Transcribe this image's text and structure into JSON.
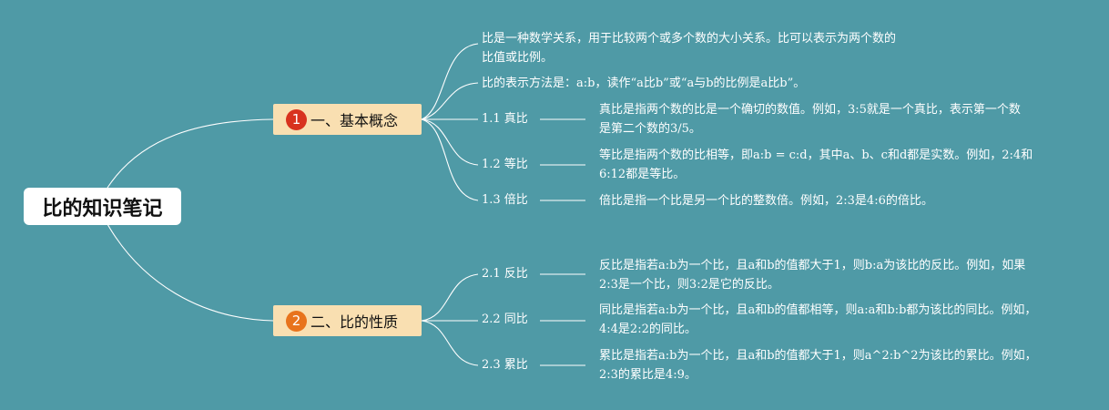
{
  "root": {
    "title": "比的知识笔记"
  },
  "branches": [
    {
      "number": "1",
      "label": "一、基本概念",
      "notes": [
        {
          "lines": [
            "比是一种数学关系，用于比较两个或多个数的大小关系。比可以表示为两个数的",
            "比值或比例。"
          ]
        },
        {
          "lines": [
            "比的表示方法是：a:b，读作“a比b”或“a与b的比例是a比b”。"
          ]
        }
      ],
      "subtopics": [
        {
          "label": "1.1 真比",
          "lines": [
            "真比是指两个数的比是一个确切的数值。例如，3:5就是一个真比，表示第一个数",
            "是第二个数的3/5。"
          ]
        },
        {
          "label": "1.2 等比",
          "lines": [
            "等比是指两个数的比相等，即a:b = c:d，其中a、b、c和d都是实数。例如，2:4和",
            "6:12都是等比。"
          ]
        },
        {
          "label": "1.3 倍比",
          "lines": [
            "倍比是指一个比是另一个比的整数倍。例如，2:3是4:6的倍比。"
          ]
        }
      ]
    },
    {
      "number": "2",
      "label": "二、比的性质",
      "notes": [],
      "subtopics": [
        {
          "label": "2.1 反比",
          "lines": [
            "反比是指若a:b为一个比，且a和b的值都大于1，则b:a为该比的反比。例如，如果",
            "2:3是一个比，则3:2是它的反比。"
          ]
        },
        {
          "label": "2.2 同比",
          "lines": [
            "同比是指若a:b为一个比，且a和b的值都相等，则a:a和b:b都为该比的同比。例如，",
            "4:4是2:2的同比。"
          ]
        },
        {
          "label": "2.3 累比",
          "lines": [
            "累比是指若a:b为一个比，且a和b的值都大于1，则a^2:b^2为该比的累比。例如，",
            "2:3的累比是4:9。"
          ]
        }
      ]
    }
  ]
}
